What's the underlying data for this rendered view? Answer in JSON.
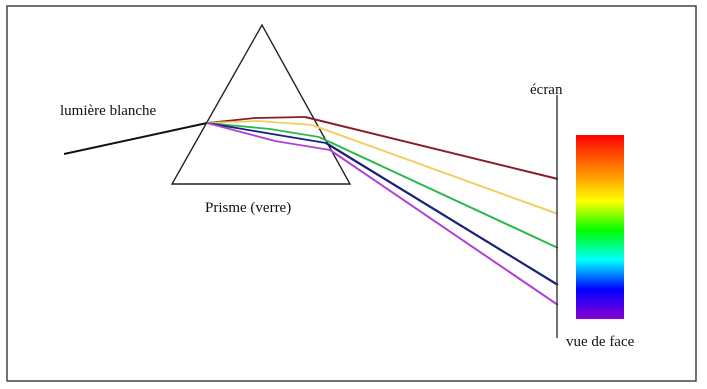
{
  "labels": {
    "white_light": "lumière blanche",
    "prism": "Prisme (verre)",
    "screen": "écran",
    "front_view": "vue de face"
  },
  "colors": {
    "background": "#ffffff",
    "frame_border": "#444444",
    "prism_outline": "#222222",
    "incident_ray": "#111111",
    "screen_line": "#333333",
    "red_ray": "#8b1a2a",
    "yellow_ray": "#f0d060",
    "green_ray": "#2bb84b",
    "blue_ray": "#17207a",
    "violet_ray": "#b040d8",
    "spectrum_red": "#ff0000",
    "spectrum_orange": "#ff8a00",
    "spectrum_yellow": "#ffff00",
    "spectrum_green": "#00ff00",
    "spectrum_cyan": "#00ffff",
    "spectrum_blue": "#0000ff",
    "spectrum_violet": "#8a00d4"
  },
  "spectrum_order": [
    "red",
    "orange",
    "yellow",
    "green",
    "cyan",
    "blue",
    "violet"
  ],
  "rays": [
    {
      "name": "red",
      "color_key": "red_ray"
    },
    {
      "name": "yellow",
      "color_key": "yellow_ray"
    },
    {
      "name": "green",
      "color_key": "green_ray"
    },
    {
      "name": "blue",
      "color_key": "blue_ray"
    },
    {
      "name": "violet",
      "color_key": "violet_ray"
    }
  ]
}
